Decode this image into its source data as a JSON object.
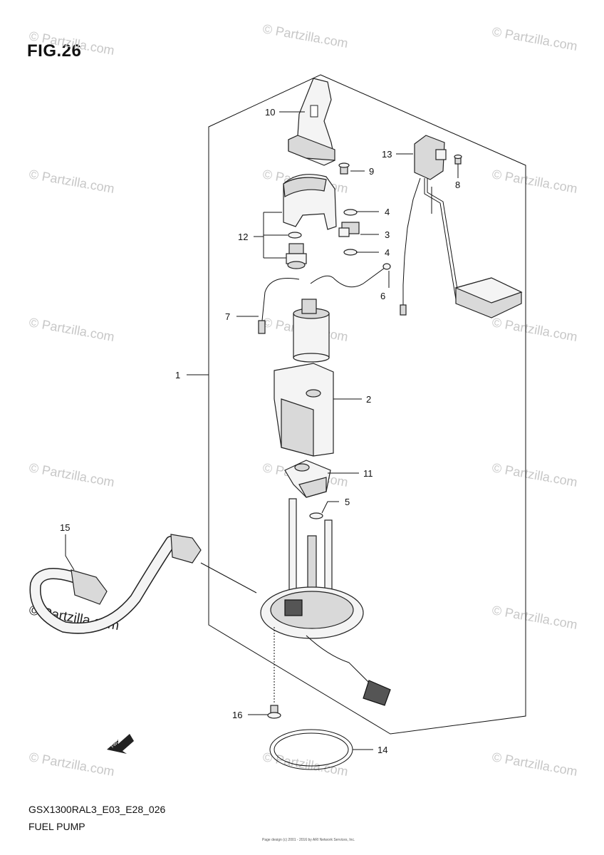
{
  "figure": {
    "title": "FIG.26"
  },
  "watermark": {
    "text": "© Partzilla.com",
    "text_bold": "© Partzilla.com"
  },
  "footer": {
    "model_code": "GSX1300RAL3_E03_E28_026",
    "section_name": "FUEL PUMP",
    "note": "Page design (c) 2001 - 2016 by ARI Network Services, Inc."
  },
  "callouts": {
    "c1": "1",
    "c2": "2",
    "c3": "3",
    "c4a": "4",
    "c4b": "4",
    "c5": "5",
    "c6": "6",
    "c7": "7",
    "c8": "8",
    "c9": "9",
    "c10": "10",
    "c11": "11",
    "c12": "12",
    "c13": "13",
    "c14": "14",
    "c15": "15",
    "c16": "16"
  },
  "fwd_label": "FWD"
}
